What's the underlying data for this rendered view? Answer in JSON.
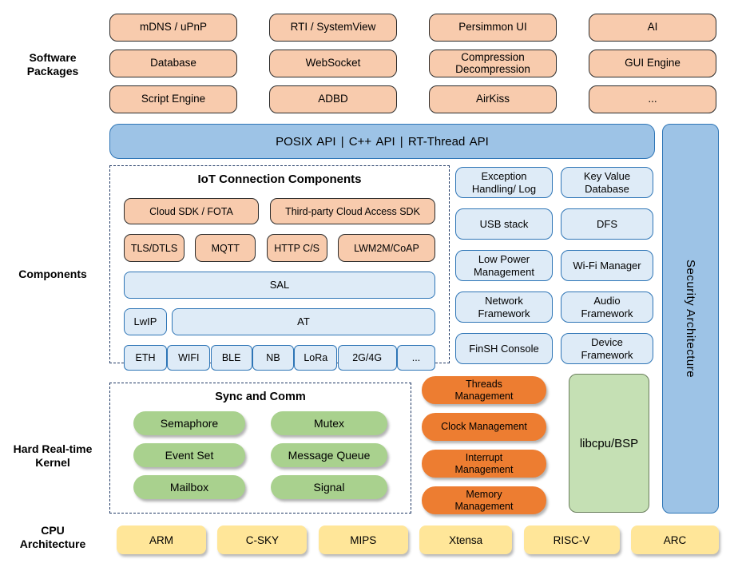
{
  "sidebar_labels": {
    "software_packages": "Software\nPackages",
    "components": "Components",
    "kernel": "Hard Real-time\nKernel",
    "cpu": "CPU\nArchitecture"
  },
  "software_packages": {
    "items": [
      {
        "label": "mDNS / uPnP"
      },
      {
        "label": "RTI / SystemView"
      },
      {
        "label": "Persimmon UI"
      },
      {
        "label": "AI"
      },
      {
        "label": "Database"
      },
      {
        "label": "WebSocket"
      },
      {
        "label": "Compression\nDecompression"
      },
      {
        "label": "GUI Engine"
      },
      {
        "label": "Script Engine"
      },
      {
        "label": "ADBD"
      },
      {
        "label": "AirKiss"
      },
      {
        "label": "..."
      }
    ]
  },
  "api_band": {
    "label": "POSIX API | C++ API | RT-Thread API"
  },
  "iot": {
    "title": "IoT Connection Components",
    "sdk_row": [
      "Cloud SDK / FOTA",
      "Third-party Cloud Access SDK"
    ],
    "protocol_row": [
      "TLS/DTLS",
      "MQTT",
      "HTTP C/S",
      "LWM2M/CoAP"
    ],
    "sal": "SAL",
    "lwip": "LwIP",
    "at": "AT",
    "phy_row": [
      "ETH",
      "WIFI",
      "BLE",
      "NB",
      "LoRa",
      "2G/4G",
      "..."
    ]
  },
  "component_boxes": {
    "items": [
      "Exception\nHandling/ Log",
      "Key Value\nDatabase",
      "USB stack",
      "DFS",
      "Low Power\nManagement",
      "Wi-Fi Manager",
      "Network\nFramework",
      "Audio\nFramework",
      "FinSH Console",
      "Device\nFramework"
    ]
  },
  "security": {
    "label": "Security Architecture"
  },
  "kernel": {
    "sync_title": "Sync and Comm",
    "sync_items": [
      "Semaphore",
      "Mutex",
      "Event Set",
      "Message Queue",
      "Mailbox",
      "Signal"
    ],
    "mgmt_items": [
      "Threads\nManagement",
      "Clock Management",
      "Interrupt\nManagement",
      "Memory\nManagement"
    ],
    "libcpu": "libcpu/BSP"
  },
  "cpu": {
    "archs": [
      "ARM",
      "C-SKY",
      "MIPS",
      "Xtensa",
      "RISC-V",
      "ARC"
    ]
  },
  "colors": {
    "package_fill": "#F8CBAD",
    "package_border": "#2b2b2b",
    "api_fill": "#9DC3E6",
    "api_border": "#2E75B6",
    "component_fill": "#DEEBF7",
    "sync_fill": "#A9D18E",
    "mgmt_fill": "#ED7D31",
    "libcpu_fill": "#C5E0B4",
    "cpu_fill": "#FFE699",
    "dashed_border": "#1F3864"
  }
}
